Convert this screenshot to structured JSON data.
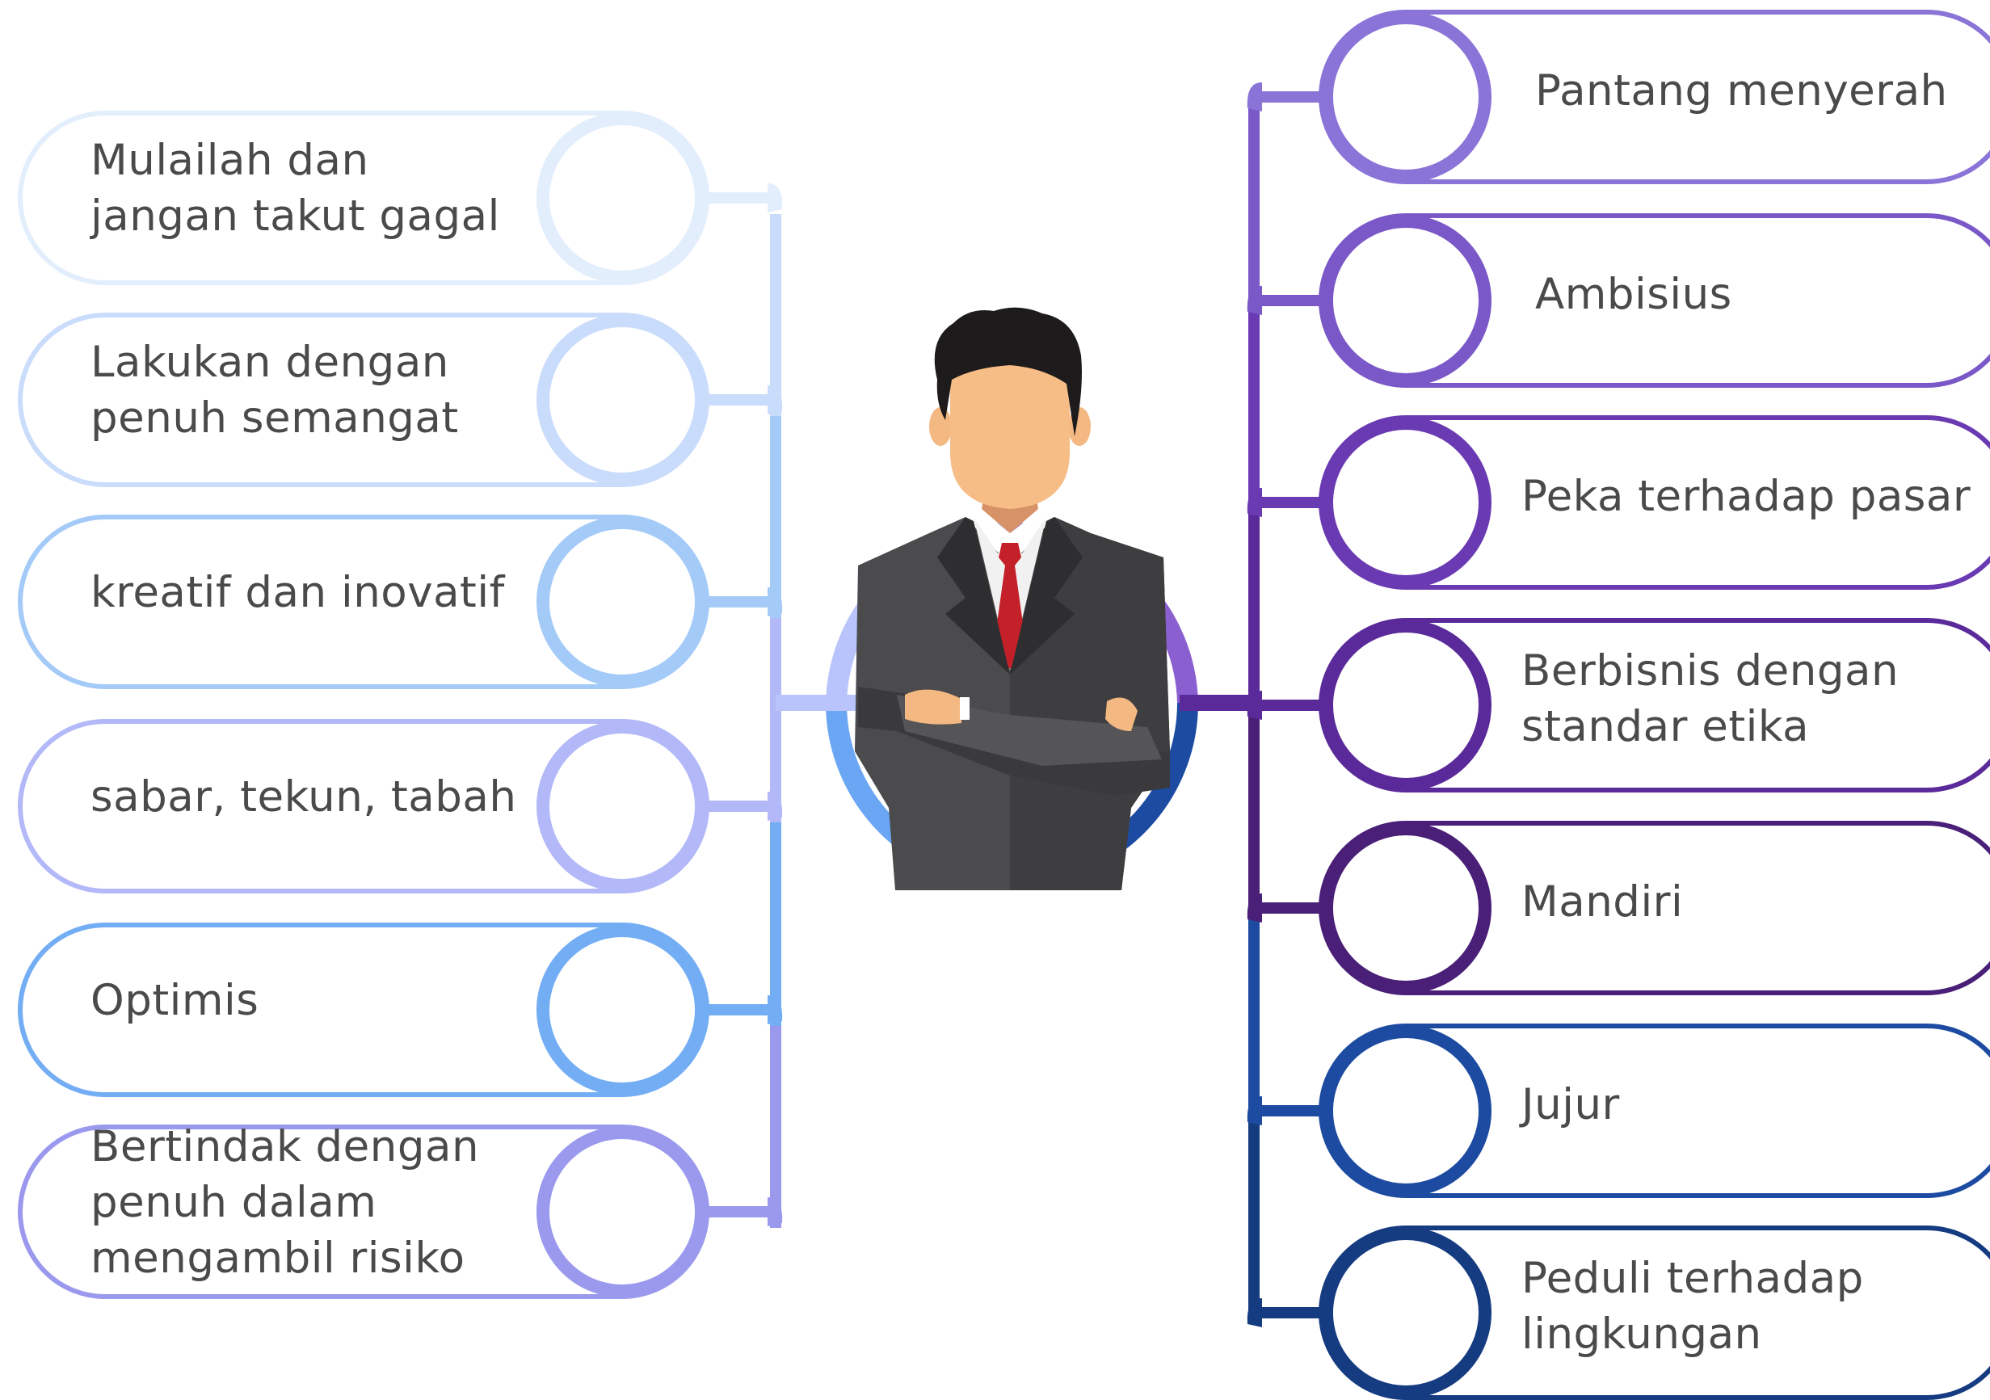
{
  "left_items": [
    {
      "text": "Mulailah dan\njangan takut gagal",
      "color": "#e3eefc"
    },
    {
      "text": "Lakukan dengan\npenuh semangat",
      "color": "#cadcfb"
    },
    {
      "text": "kreatif dan inovatif",
      "color": "#a4cbf8"
    },
    {
      "text": "sabar, tekun, tabah",
      "color": "#b3b8f8"
    },
    {
      "text": "Optimis",
      "color": "#73adf4"
    },
    {
      "text": "Bertindak dengan\npenuh dalam\nmengambil risiko",
      "color": "#9b99ee"
    }
  ],
  "right_items": [
    {
      "text": "Pantang menyerah",
      "color": "#8b74d8"
    },
    {
      "text": "Ambisius",
      "color": "#7a58c8"
    },
    {
      "text": "Peka terhadap pasar",
      "color": "#6a3ab3"
    },
    {
      "text": "Berbisnis dengan\nstandar etika",
      "color": "#5a2a9a"
    },
    {
      "text": "Mandiri",
      "color": "#4a1f78"
    },
    {
      "text": "Jujur",
      "color": "#1c4ba1"
    },
    {
      "text": "Peduli terhadap\nlingkungan",
      "color": "#153b80"
    }
  ],
  "center_icon": "businessman-arms-crossed-icon"
}
